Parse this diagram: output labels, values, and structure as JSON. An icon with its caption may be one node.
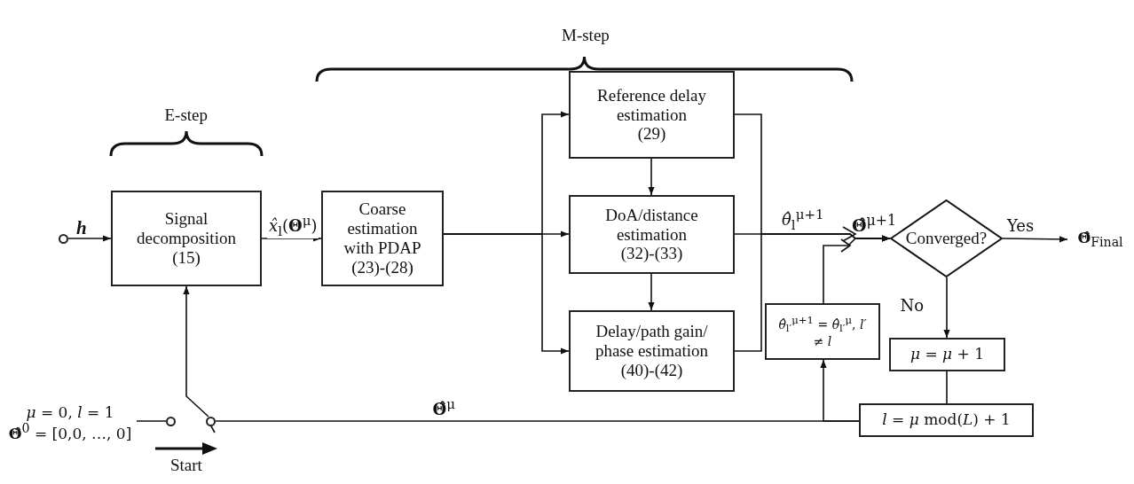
{
  "diagram": {
    "nodes": [
      {
        "text": [],
        "shape": "circle",
        "beside": [
          "h"
        ]
      },
      {
        "text": [
          "Signal decomposition",
          "(15)"
        ]
      },
      {
        "text": [
          "Coarse estimation with PDAP",
          "(23)-(28)"
        ]
      },
      {
        "text": [
          "Reference delay estimation",
          "(29)"
        ]
      },
      {
        "text": [
          "DoA/distance estimation",
          "(32)-(33)"
        ]
      },
      {
        "text": [
          "Delay/path gain/ phase estimation",
          "(40)-(42)"
        ]
      },
      {
        "text": [
          "Converged?"
        ]
      },
      {
        "text": [
          "**Θ̂**$_{Final}$"
        ]
      },
      {
        "text": [
          "*θ̂*$_{l′}$$^{μ+1}$ = *θ̂*$_{l′}$$^{μ}$, *l′* ≠ *l*"
        ]
      },
      {
        "text": [
          "*μ* = *μ* + 1"
        ]
      },
      {
        "text": [
          "*l* = *μ* mod(*L*) + 1"
        ]
      },
      {
        "text": [
          "*μ* = 0, *l* = 1",
          "**Θ̂**$^{0}$ = [0,0, …, 0]"
        ]
      },
      {
        "text": [],
        "shape": "circle"
      },
      {
        "text": [],
        "shape": "circle"
      }
    ],
    "edges": [
      {
        "from": 0,
        "to": 1,
        "arrow": "to"
      },
      {
        "from": 1,
        "to": 2,
        "arrow": "to",
        "label": "*x̂*$_{l}$(**Θ**$^{μ}$)"
      },
      {
        "from": 2,
        "to": 3,
        "arrow": "to"
      },
      {
        "from": 2,
        "to": 4,
        "arrow": "to"
      },
      {
        "from": 2,
        "to": 5,
        "arrow": "to"
      },
      {
        "from": 3,
        "to": 4,
        "arrow": "to"
      },
      {
        "from": 4,
        "to": 5,
        "arrow": "to"
      },
      {
        "from": 3,
        "to": 6,
        "arrow": "to"
      },
      {
        "from": 4,
        "to": 6,
        "arrow": "to",
        "label": "*θ̂*$_{l}$$^{μ+1}$"
      },
      {
        "from": 5,
        "to": 6,
        "arrow": "to"
      },
      {
        "from": 8,
        "to": 6,
        "arrow": "to"
      },
      {
        "from": 6,
        "to": 7,
        "arrow": "to",
        "label": "Yes"
      },
      {
        "from": 6,
        "to": 9,
        "arrow": "to",
        "label": "No"
      },
      {
        "from": 9,
        "to": 10,
        "arrow": "none"
      },
      {
        "from": 10,
        "to": 13,
        "arrow": "none",
        "label": "**Θ̂**$^{μ}$"
      },
      {
        "from": 10,
        "to": 8,
        "arrow": "to"
      },
      {
        "from": 13,
        "to": 1,
        "arrow": "to"
      },
      {
        "from": 11,
        "to": 12,
        "arrow": "none"
      }
    ],
    "labels": [
      "M-step",
      "E-step",
      "**Θ̂**$^{μ+1}$",
      "Start"
    ]
  }
}
